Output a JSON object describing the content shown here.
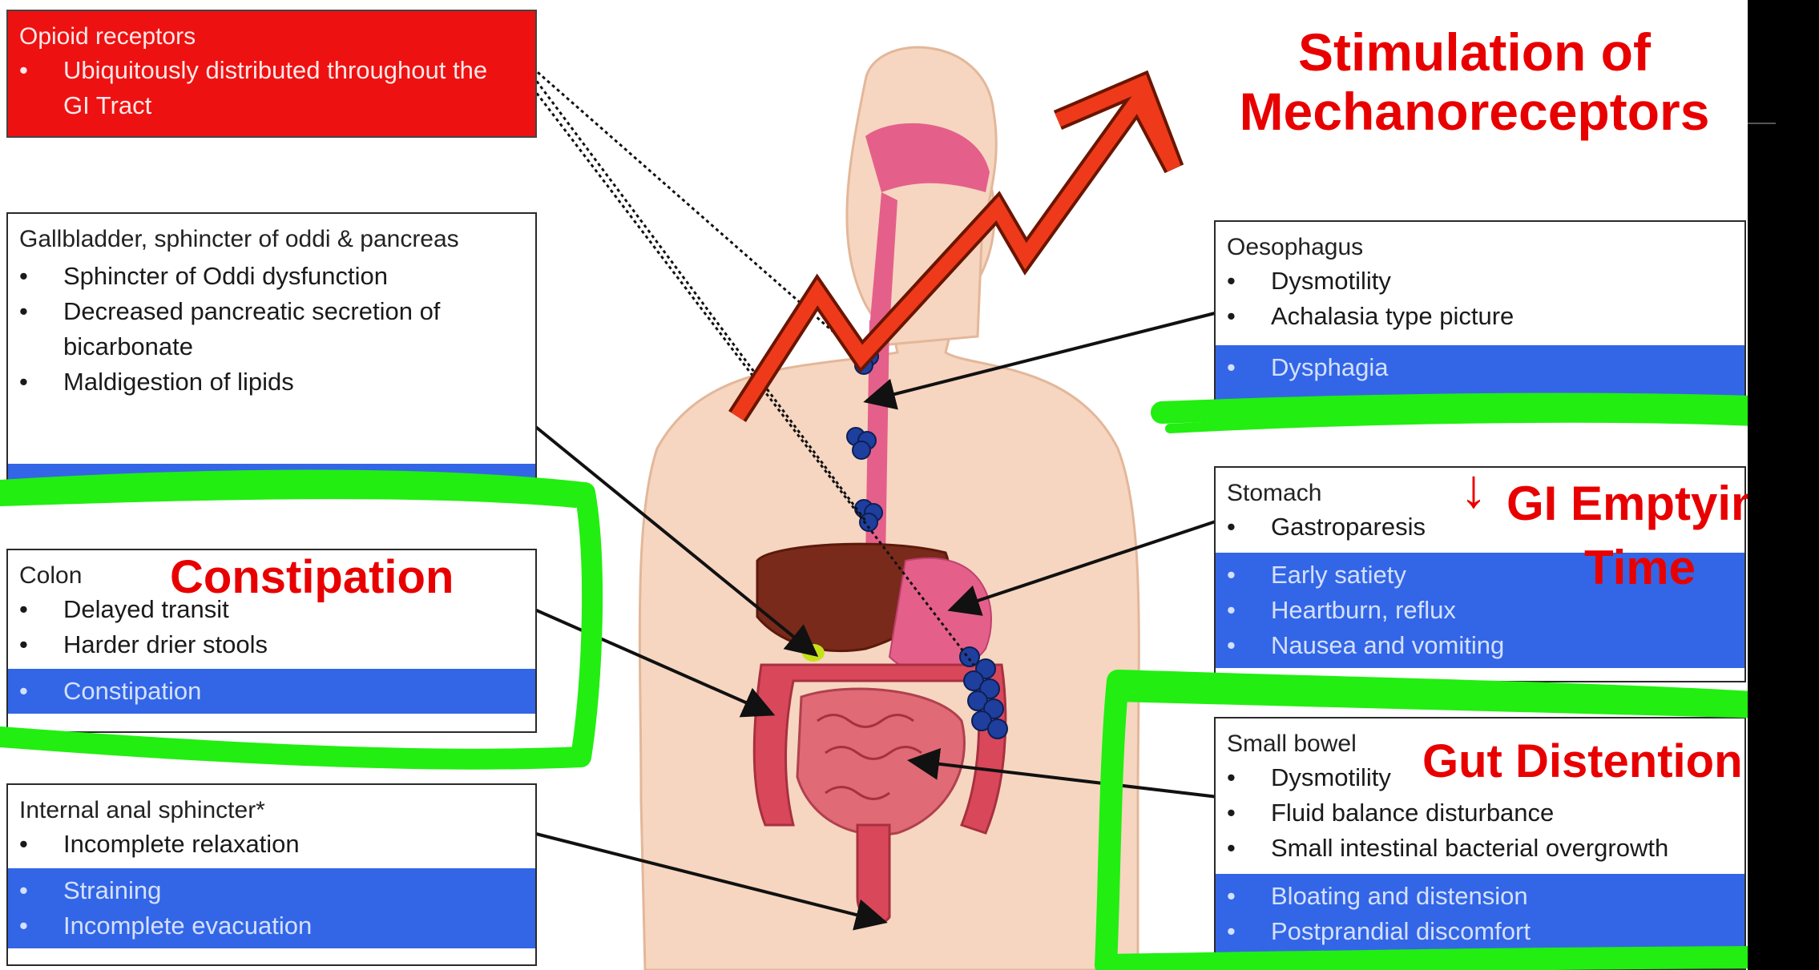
{
  "boxes": {
    "opioid": {
      "title": "Opioid receptors",
      "items": [
        "Ubiquitously distributed throughout the GI Tract"
      ]
    },
    "gallbladder": {
      "title": "Gallbladder, sphincter of oddi & pancreas",
      "items": [
        "Sphincter of Oddi dysfunction",
        "Decreased pancreatic secretion of bicarbonate",
        "Maldigestion of lipids"
      ],
      "symptoms": []
    },
    "colon": {
      "title": "Colon",
      "items": [
        "Delayed transit",
        "Harder drier stools"
      ],
      "symptoms": [
        "Constipation"
      ]
    },
    "anal": {
      "title": "Internal anal sphincter*",
      "items": [
        "Incomplete relaxation"
      ],
      "symptoms": [
        "Straining",
        "Incomplete evacuation"
      ]
    },
    "oesophagus": {
      "title": "Oesophagus",
      "items": [
        "Dysmotility",
        "Achalasia type picture"
      ],
      "symptoms": [
        "Dysphagia"
      ]
    },
    "stomach": {
      "title": "Stomach",
      "items": [
        "Gastroparesis"
      ],
      "symptoms": [
        "Early satiety",
        "Heartburn, reflux",
        "Nausea and vomiting"
      ]
    },
    "smallbowel": {
      "title": "Small bowel",
      "items": [
        "Dysmotility",
        "Fluid balance disturbance",
        "Small intestinal bacterial overgrowth"
      ],
      "symptoms": [
        "Bloating and distension",
        "Postprandial discomfort"
      ]
    }
  },
  "annotations": {
    "stimulation_line1": "Stimulation of",
    "stimulation_line2": "Mechanoreceptors",
    "constipation": "Constipation",
    "gi_emptying_arrow": "↓",
    "gi_emptying_line1": "GI Emptying",
    "gi_emptying_line2": "Time",
    "gut_distention": "Gut Distention"
  },
  "colors": {
    "annotation_red": "#e80000",
    "highlight_green": "#22ee11",
    "symptom_blue": "#3366e6",
    "receptor_box_red": "#ee1111",
    "receptor_cluster": "#1f3f9e"
  }
}
